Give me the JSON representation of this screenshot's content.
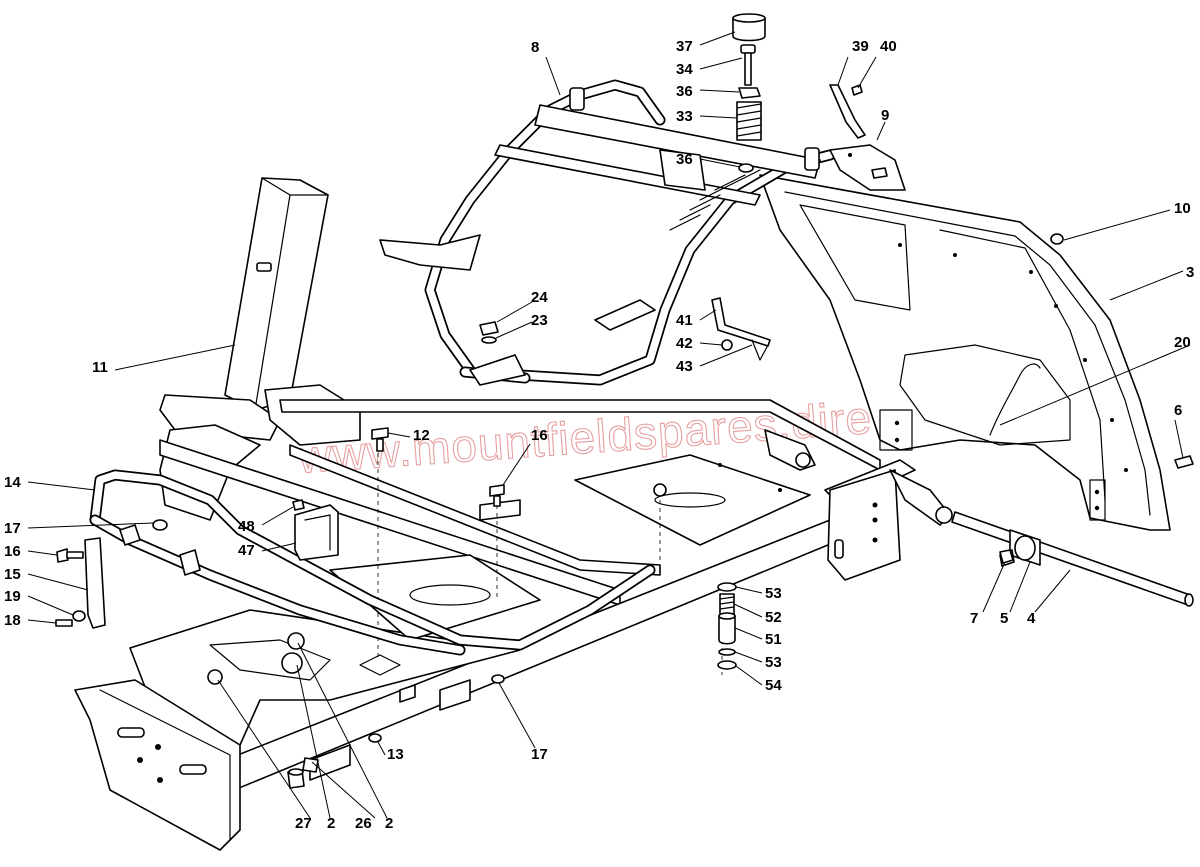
{
  "watermark": "www.mountfieldspares.direct",
  "callouts": [
    {
      "id": "c8",
      "text": "8"
    },
    {
      "id": "c37",
      "text": "37"
    },
    {
      "id": "c34",
      "text": "34"
    },
    {
      "id": "c36a",
      "text": "36"
    },
    {
      "id": "c33",
      "text": "33"
    },
    {
      "id": "c36b",
      "text": "36"
    },
    {
      "id": "c39",
      "text": "39"
    },
    {
      "id": "c40",
      "text": "40"
    },
    {
      "id": "c9",
      "text": "9"
    },
    {
      "id": "c10",
      "text": "10"
    },
    {
      "id": "c3",
      "text": "3"
    },
    {
      "id": "c20",
      "text": "20"
    },
    {
      "id": "c6",
      "text": "6"
    },
    {
      "id": "c24",
      "text": "24"
    },
    {
      "id": "c23",
      "text": "23"
    },
    {
      "id": "c41",
      "text": "41"
    },
    {
      "id": "c42",
      "text": "42"
    },
    {
      "id": "c43",
      "text": "43"
    },
    {
      "id": "c11",
      "text": "11"
    },
    {
      "id": "c12",
      "text": "12"
    },
    {
      "id": "c16a",
      "text": "16"
    },
    {
      "id": "c14",
      "text": "14"
    },
    {
      "id": "c17a",
      "text": "17"
    },
    {
      "id": "c48",
      "text": "48"
    },
    {
      "id": "c47",
      "text": "47"
    },
    {
      "id": "c16b",
      "text": "16"
    },
    {
      "id": "c15",
      "text": "15"
    },
    {
      "id": "c19",
      "text": "19"
    },
    {
      "id": "c18",
      "text": "18"
    },
    {
      "id": "c53a",
      "text": "53"
    },
    {
      "id": "c52",
      "text": "52"
    },
    {
      "id": "c51",
      "text": "51"
    },
    {
      "id": "c53b",
      "text": "53"
    },
    {
      "id": "c54",
      "text": "54"
    },
    {
      "id": "c7",
      "text": "7"
    },
    {
      "id": "c5",
      "text": "5"
    },
    {
      "id": "c4",
      "text": "4"
    },
    {
      "id": "c13",
      "text": "13"
    },
    {
      "id": "c17b",
      "text": "17"
    },
    {
      "id": "c27",
      "text": "27"
    },
    {
      "id": "c2a",
      "text": "2"
    },
    {
      "id": "c26",
      "text": "26"
    },
    {
      "id": "c2b",
      "text": "2"
    }
  ]
}
